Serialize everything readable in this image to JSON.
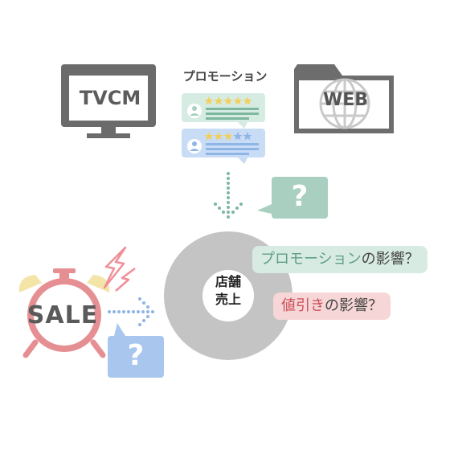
{
  "tv": {
    "label": "TVCM"
  },
  "web": {
    "label": "WEB"
  },
  "promotion": {
    "title": "プロモーション",
    "reviews": [
      {
        "stars": 5,
        "color": "#d6ece3"
      },
      {
        "stars": 3,
        "color": "#c9dcf6"
      }
    ]
  },
  "question_mark": "?",
  "store": {
    "line1": "店舗",
    "line2": "売上"
  },
  "effects": [
    {
      "highlight": "プロモーション",
      "rest": "の影響？"
    },
    {
      "highlight": "値引き",
      "rest": "の影響？"
    }
  ],
  "sale": {
    "label": "SALE"
  },
  "colors": {
    "green_light": "#d6ece3",
    "green_mid": "#a8cfbf",
    "green_dot": "#7db89f",
    "blue_light": "#c9dcf6",
    "blue_mid": "#a9c6ef",
    "blue_dot": "#8fb4e6",
    "gray": "#c4c4c4",
    "clock_red": "#e68f93",
    "bell_yellow": "#f3e4a8",
    "alarm_pink": "#f08f98"
  },
  "icons": [
    "tv-icon",
    "globe-icon",
    "folder-icon",
    "review-card-icon",
    "star-icon",
    "person-icon",
    "speech-bubble-icon",
    "alarm-clock-icon",
    "arrow-down-icon",
    "arrow-right-icon",
    "donut-icon",
    "lightning-icon"
  ]
}
